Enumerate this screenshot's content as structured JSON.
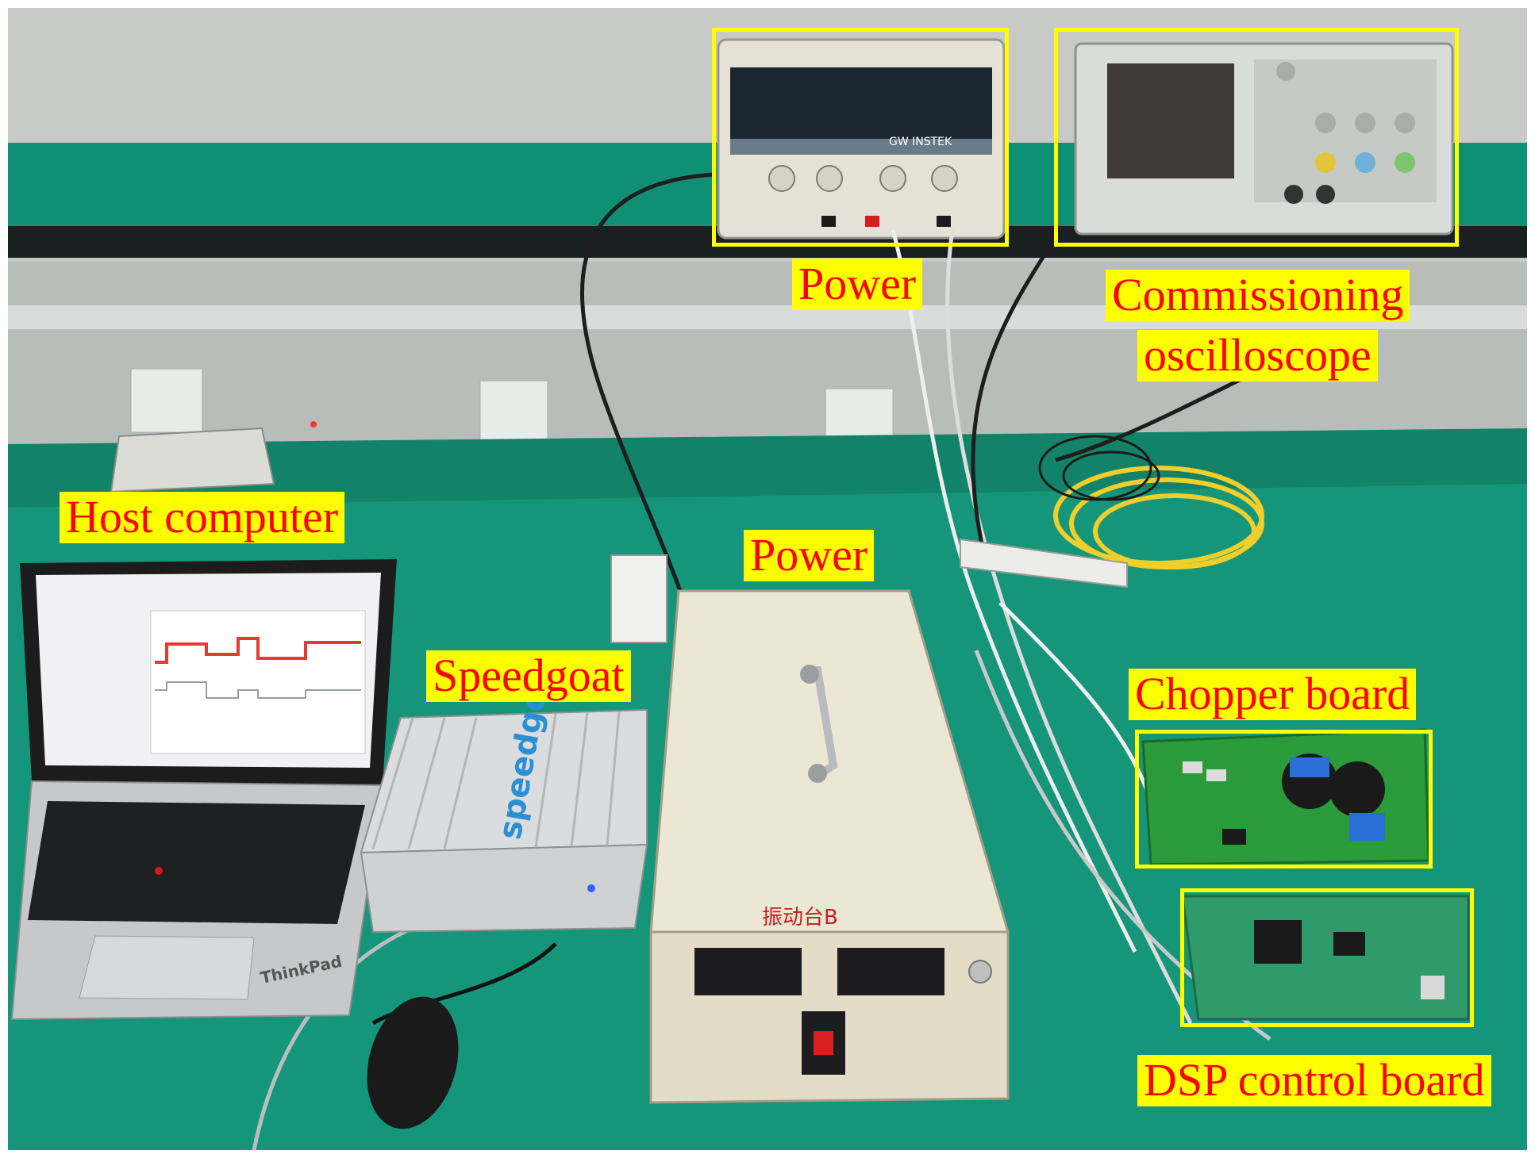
{
  "labels": {
    "power_top": "Power",
    "oscilloscope_line1": "Commissioning",
    "oscilloscope_line2": "oscilloscope",
    "host_computer": "Host computer",
    "power_middle": "Power",
    "speedgoat": "Speedgoat",
    "chopper_board": "Chopper board",
    "dsp_control_board": "DSP control board"
  },
  "device_text": {
    "supply_brand": "GW INSTEK",
    "speedgoat_logo": "speedgoat",
    "laptop_logo": "ThinkPad",
    "power_unit_handwriting": "振动台B"
  },
  "colors": {
    "label_bg": "#ffff00",
    "label_text": "#ff0000",
    "box_outline": "#ffff00",
    "table_green": "#0f8f74",
    "wall": "#c9ccc9"
  }
}
